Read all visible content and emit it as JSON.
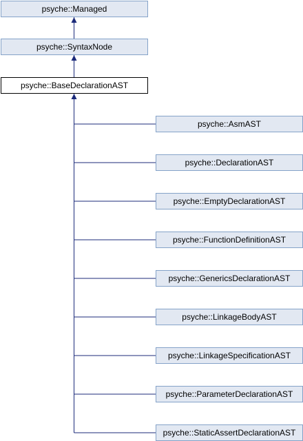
{
  "diagram": {
    "type": "inheritance-graph",
    "colors": {
      "node_fill": "#E2E8F2",
      "node_border": "#84A2C8",
      "current_fill": "#FFFFFF",
      "current_border": "#000000",
      "edge": "#1B2A7A"
    },
    "ancestors": [
      {
        "label": "psyche::Managed"
      },
      {
        "label": "psyche::SyntaxNode"
      }
    ],
    "current": {
      "label": "psyche::BaseDeclarationAST"
    },
    "children": [
      {
        "label": "psyche::AsmAST"
      },
      {
        "label": "psyche::DeclarationAST"
      },
      {
        "label": "psyche::EmptyDeclarationAST"
      },
      {
        "label": "psyche::FunctionDefinitionAST"
      },
      {
        "label": "psyche::GenericsDeclarationAST"
      },
      {
        "label": "psyche::LinkageBodyAST"
      },
      {
        "label": "psyche::LinkageSpecificationAST"
      },
      {
        "label": "psyche::ParameterDeclarationAST"
      },
      {
        "label": "psyche::StaticAssertDeclarationAST"
      }
    ]
  }
}
